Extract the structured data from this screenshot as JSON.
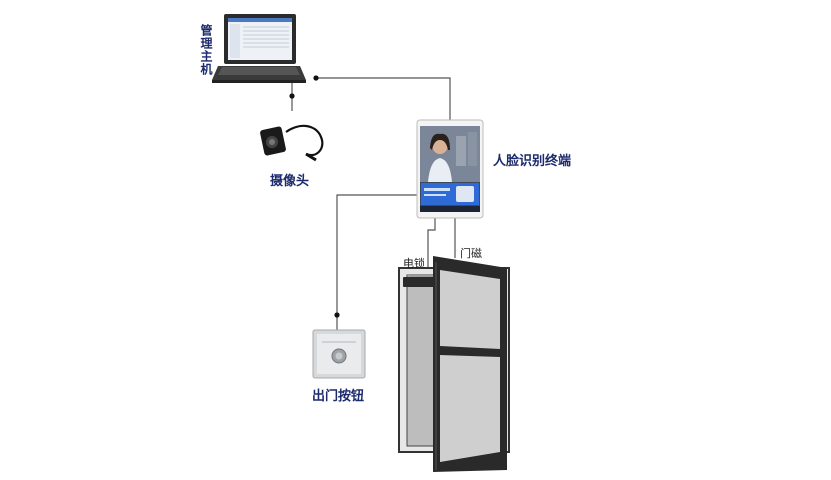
{
  "labels": {
    "management_host": "管理主机",
    "camera": "摄像头",
    "face_terminal": "人脸识别终端",
    "exit_button": "出门按钮",
    "electric_lock": "电锁",
    "door_magnet": "门磁"
  },
  "colors": {
    "label_text": "#1d2a6b",
    "line": "#555555",
    "door_frame": "#2a2a2a",
    "door_glass": "#c9c9c9",
    "screen_blue": "#2f6bd6"
  }
}
